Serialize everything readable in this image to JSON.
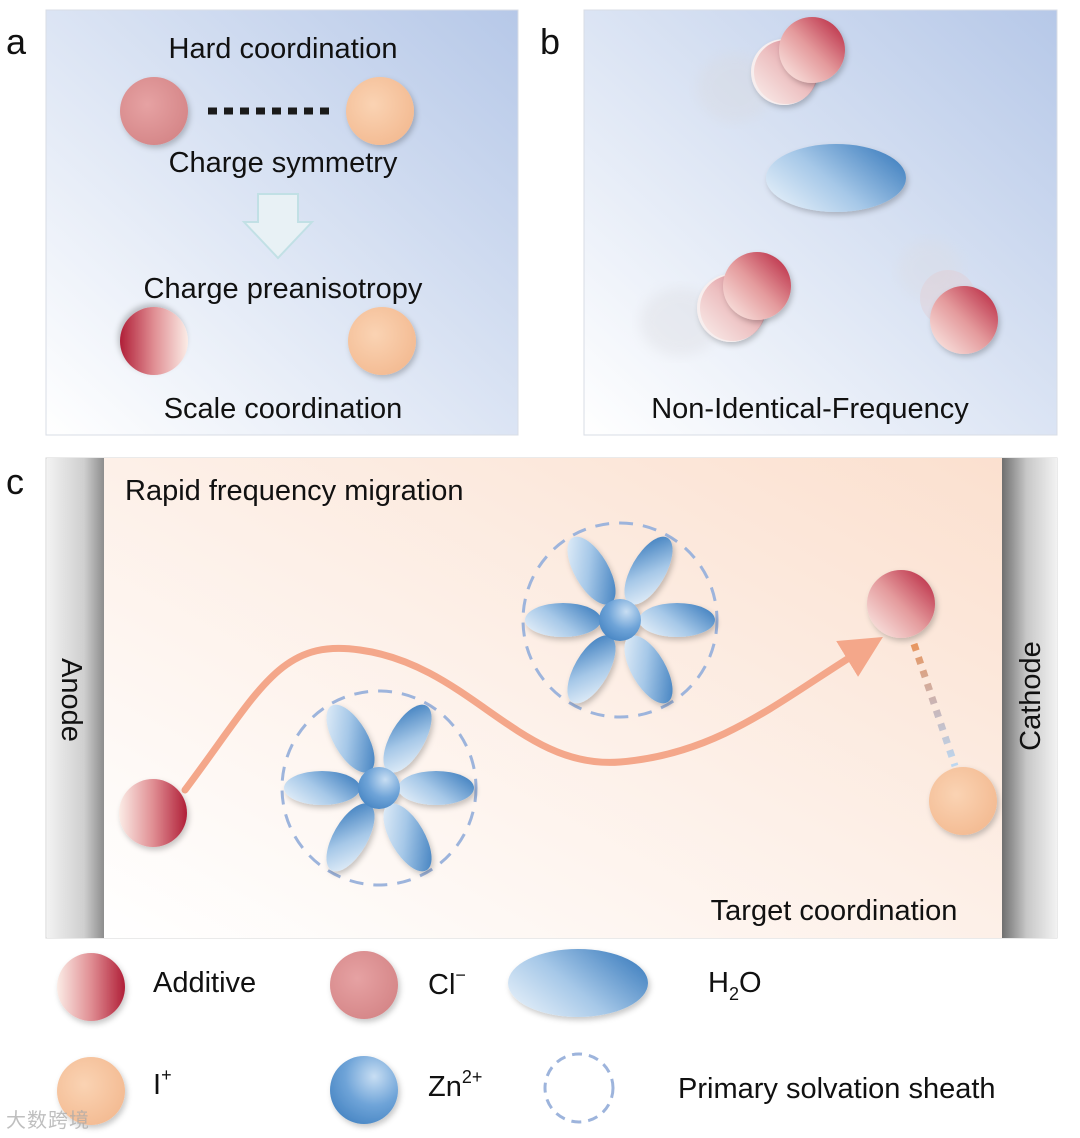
{
  "panels": {
    "a": {
      "letter": "a",
      "title_top": "Hard coordination",
      "label_symmetry": "Charge symmetry",
      "label_preanisotropy": "Charge preanisotropy",
      "label_scale": "Scale coordination"
    },
    "b": {
      "letter": "b",
      "caption": "Non-Identical-Frequency"
    },
    "c": {
      "letter": "c",
      "title": "Rapid frequency migration",
      "anode": "Anode",
      "cathode": "Cathode",
      "target": "Target coordination"
    }
  },
  "legend": {
    "additive": "Additive",
    "cl_base": "Cl",
    "cl_sup": "−",
    "h2o_h": "H",
    "h2o_sub": "2",
    "h2o_o": "O",
    "i_base": "I",
    "i_sup": "+",
    "zn_base": "Zn",
    "zn_sup": "2+",
    "sheath": "Primary solvation sheath"
  },
  "watermark": "大数跨境",
  "colors": {
    "cl": "#d98c8e",
    "i_plus": "#f6c29e",
    "additive_dark": "#b01f38",
    "zn": "#4a8cc8",
    "arrow": "#f4a78a",
    "sheath": "#9db4dc"
  }
}
